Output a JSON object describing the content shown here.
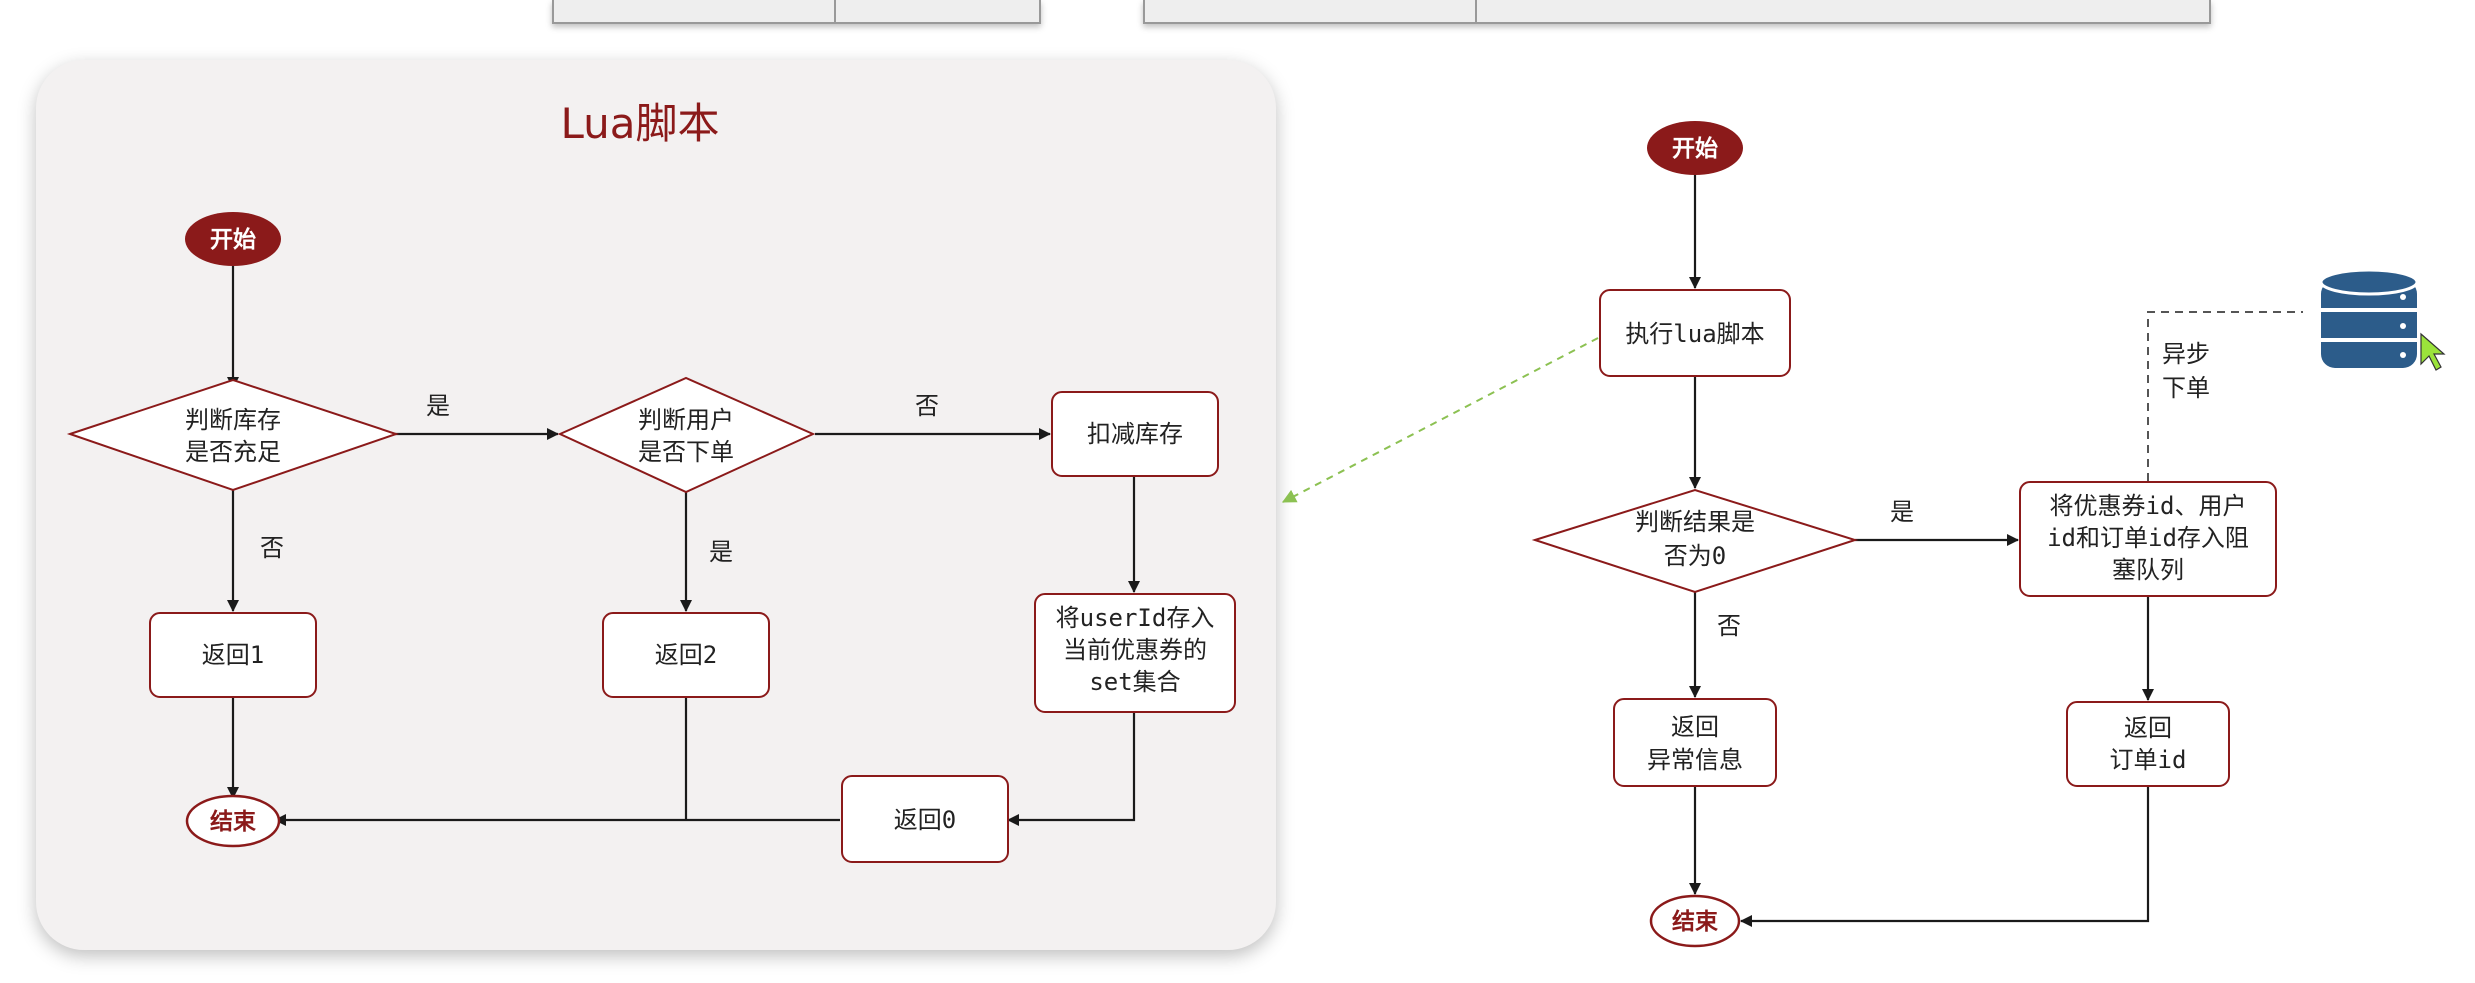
{
  "colors": {
    "accent": "#8b1a1a",
    "node_border": "#8b1a1a",
    "panel_bg": "#f3f1f1",
    "edge": "#1a1a1a",
    "link_dashed": "#8cc152",
    "db": "#2c5c8a"
  },
  "left_panel": {
    "title": "Lua脚本",
    "start": "开始",
    "check_stock": [
      "判断库存",
      "是否充足"
    ],
    "check_user": [
      "判断用户",
      "是否下单"
    ],
    "deduct_stock": "扣减库存",
    "save_user": [
      "将userId存入",
      "当前优惠券的",
      "set集合"
    ],
    "return1": "返回1",
    "return2": "返回2",
    "return0": "返回0",
    "end": "结束",
    "label_yes_1": "是",
    "label_no_1": "否",
    "label_no_2": "否",
    "label_yes_2": "是"
  },
  "right_flow": {
    "start": "开始",
    "exec_lua": "执行lua脚本",
    "check_result": [
      "判断结果是",
      "否为0"
    ],
    "enqueue": [
      "将优惠券id、用户",
      "id和订单id存入阻",
      "塞队列"
    ],
    "return_error": [
      "返回",
      "异常信息"
    ],
    "return_order": [
      "返回",
      "订单id"
    ],
    "end": "结束",
    "label_yes": "是",
    "label_no": "否",
    "async_label": [
      "异步",
      "下单"
    ],
    "db_icon": "database-icon"
  }
}
